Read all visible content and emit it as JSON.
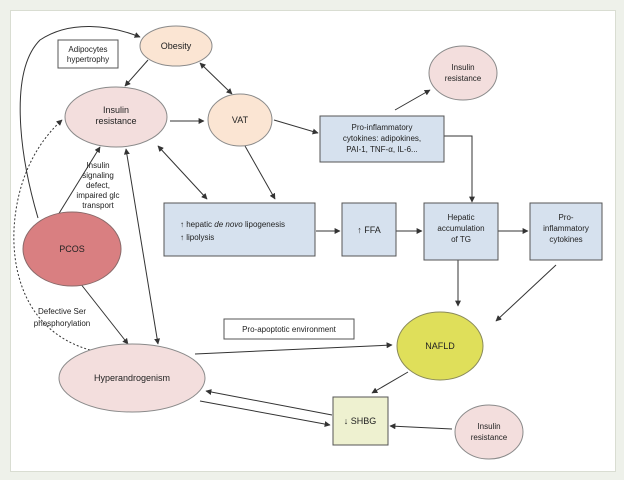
{
  "nodes": {
    "adipocytes": [
      "Adipocytes",
      "hypertrophy"
    ],
    "obesity": [
      "Obesity"
    ],
    "insulin_resistance_main": [
      "Insulin",
      "resistance"
    ],
    "vat": [
      "VAT"
    ],
    "cytokines_box": [
      "Pro-inflammatory",
      "cytokines: adipokines,",
      "PAI-1, TNF-α, IL-6..."
    ],
    "insulin_resistance_top": [
      "Insulin",
      "resistance"
    ],
    "signaling_defect": [
      "Insulin",
      "signaling",
      "defect,",
      "impaired glc",
      "transport"
    ],
    "pcos": [
      "PCOS"
    ],
    "lipogenesis_line1_pre": "↑ hepatic ",
    "lipogenesis_line1_italic": "de novo",
    "lipogenesis_line1_post": " lipogenesis",
    "lipogenesis_line2": "↑ lipolysis",
    "ffa": [
      "↑ FFA"
    ],
    "hepatic_tg": [
      "Hepatic",
      "accumulation",
      "of TG"
    ],
    "pro_inflammatory": [
      "Pro-",
      "inflammatory",
      "cytokines"
    ],
    "defective_ser": [
      "Defective Ser",
      "phosphorylation"
    ],
    "pro_apoptotic": [
      "Pro-apoptotic environment"
    ],
    "nafld": [
      "NAFLD"
    ],
    "hyperandrogenism": [
      "Hyperandrogenism"
    ],
    "shbg": [
      "↓ SHBG"
    ],
    "insulin_resistance_bottom": [
      "Insulin",
      "resistance"
    ]
  },
  "colors": {
    "pink_fill": "#f3dedd",
    "peach_fill": "#fbe5d3",
    "pcos_fill": "#d97f81",
    "blue_fill": "#d6e1ee",
    "nafld_fill": "#dfdf5a",
    "shbg_fill": "#eef1d0",
    "stroke": "#7b7b7b",
    "arrow": "#333333"
  }
}
